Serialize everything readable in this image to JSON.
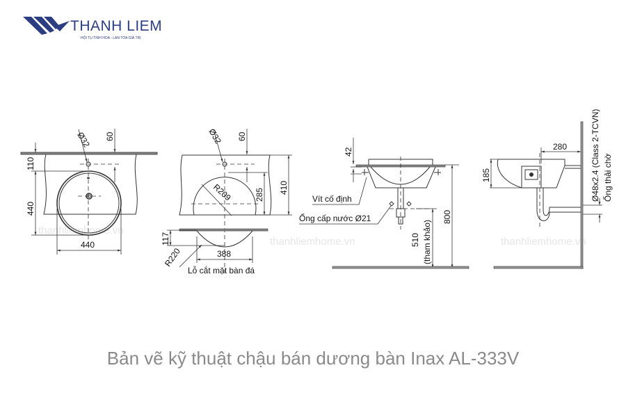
{
  "logo": {
    "brand": "THANH LIEM",
    "tagline": "HỘI TỤ TINH HOA - LAN TỎA GIÁ TRỊ",
    "color": "#2c3e82"
  },
  "watermark": "thanhliemhome.vn",
  "views": {
    "top_view": {
      "hole": "Ø32",
      "offset": "60",
      "dim_110": "110",
      "dim_440_v": "440",
      "dim_440_h": "440"
    },
    "cutout_view": {
      "hole": "Ø32",
      "offset": "60",
      "radius": "R209",
      "dim_285": "285",
      "dim_410": "410",
      "dim_117": "117",
      "radius_cut": "R220",
      "dim_388": "388",
      "cut_label": "Lỗ cắt mặt bàn đá"
    },
    "front_view": {
      "dim_42": "42",
      "screw_label": "Vít cố định",
      "supply_label": "Ống cấp nước Ø21",
      "dim_510": "510",
      "dim_510_note": "(tham khảo)",
      "dim_800": "800"
    },
    "side_view": {
      "dim_280": "280",
      "dim_185": "185",
      "pipe_spec": "Ø48x2.4 (Class 2-TCVN)",
      "drain_label": "Ống thải chờ"
    }
  },
  "caption": "Bản vẽ kỹ thuật chậu bán dương bàn Inax AL-333V"
}
